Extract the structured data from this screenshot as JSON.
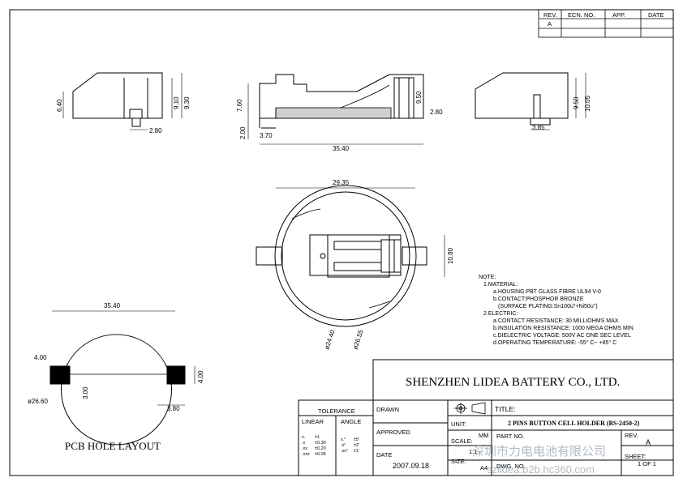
{
  "revision_table": {
    "headers": [
      "REV.",
      "ECN. NO.",
      "APP.",
      "DATE"
    ],
    "rows": [
      [
        "A",
        "",
        "",
        ""
      ]
    ]
  },
  "dimensions": {
    "side_left": {
      "height_a": "6.40",
      "height_b": "9.10",
      "height_c": "9.30",
      "pin": "2.80"
    },
    "front": {
      "height": "7.60",
      "pin_height": "2.00",
      "offset": "3.70",
      "length": "35.40",
      "right_height": "9.50",
      "right_width": "2.80"
    },
    "side_right": {
      "height_a": "9.50",
      "height_b": "10.05",
      "pin": "3.85"
    },
    "top": {
      "width": "29.35",
      "height": "10.80",
      "diameter_a": "ø24.40",
      "diameter_b": "ø26.55"
    },
    "pcb": {
      "length": "35.40",
      "left_pad": "4.00",
      "right_pad": "4.00",
      "diameter": "ø26.60",
      "center_gap": "3.00",
      "right_offset": "3.80"
    }
  },
  "pcb_title": "PCB HOLE LAYOUT",
  "notes": [
    "NOTE:",
    "1.MATERIAL:",
    "a.HOUSING:PBT GLASS FIBRE UL94 V-0",
    "b.CONTACT:PHOSPHOR BRONZE",
    "(SURFACE PLATING:Sn100u\"+Ni50u\")",
    "2.ELECTRIC:",
    "a.CONTACT RESISTANCE: 30 MILLIOHMS MAX",
    "b.INSULATION RESISTANCE: 1000 MEGA OHMS MIN",
    "c.DIELECTRIC VOLTAGE: 500V AC ONE SEC LEVEL",
    "d.OPERATING TEMPERATURE: -55° C~ +85° C"
  ],
  "company": "SHENZHEN LIDEA BATTERY CO., LTD.",
  "tolerance": {
    "header": "TOLERANCE",
    "linear_label": "LINEAR",
    "angle_label": "ANGLE",
    "linear_rows": [
      [
        "x.",
        "±1"
      ],
      [
        ".x",
        "±0.30"
      ],
      [
        ".xx",
        "±0.20"
      ],
      [
        ".xxx",
        "±0.05"
      ]
    ],
    "angle_rows": [
      [
        "x.°",
        "±5'"
      ],
      [
        ".x°",
        "±2'"
      ],
      [
        ".xx°",
        "±1'"
      ]
    ]
  },
  "title_block": {
    "drawn_label": "DRAWN",
    "approved_label": "APPROVED",
    "date_label": "DATE",
    "date_value": "2007.09.18",
    "unit_label": "UNIT:",
    "unit_value": "MM",
    "scale_label": "SCALE:",
    "scale_value": "1:1",
    "size_label": "SIZE:",
    "size_value": "A4",
    "title_label": "TITLE:",
    "title_value": "2 PINS BUTTON CELL HOLDER (BS-2450-2)",
    "part_no_label": "PART NO.",
    "dwg_no_label": "DWG. NO.",
    "rev_label": "REV.",
    "rev_value": "A",
    "sheet_label": "SHEET:",
    "sheet_value": "1 OF 1"
  },
  "watermark": {
    "cn": "深圳市力电电池有限公司",
    "url": "szlidea.b2b.hc360.com"
  }
}
